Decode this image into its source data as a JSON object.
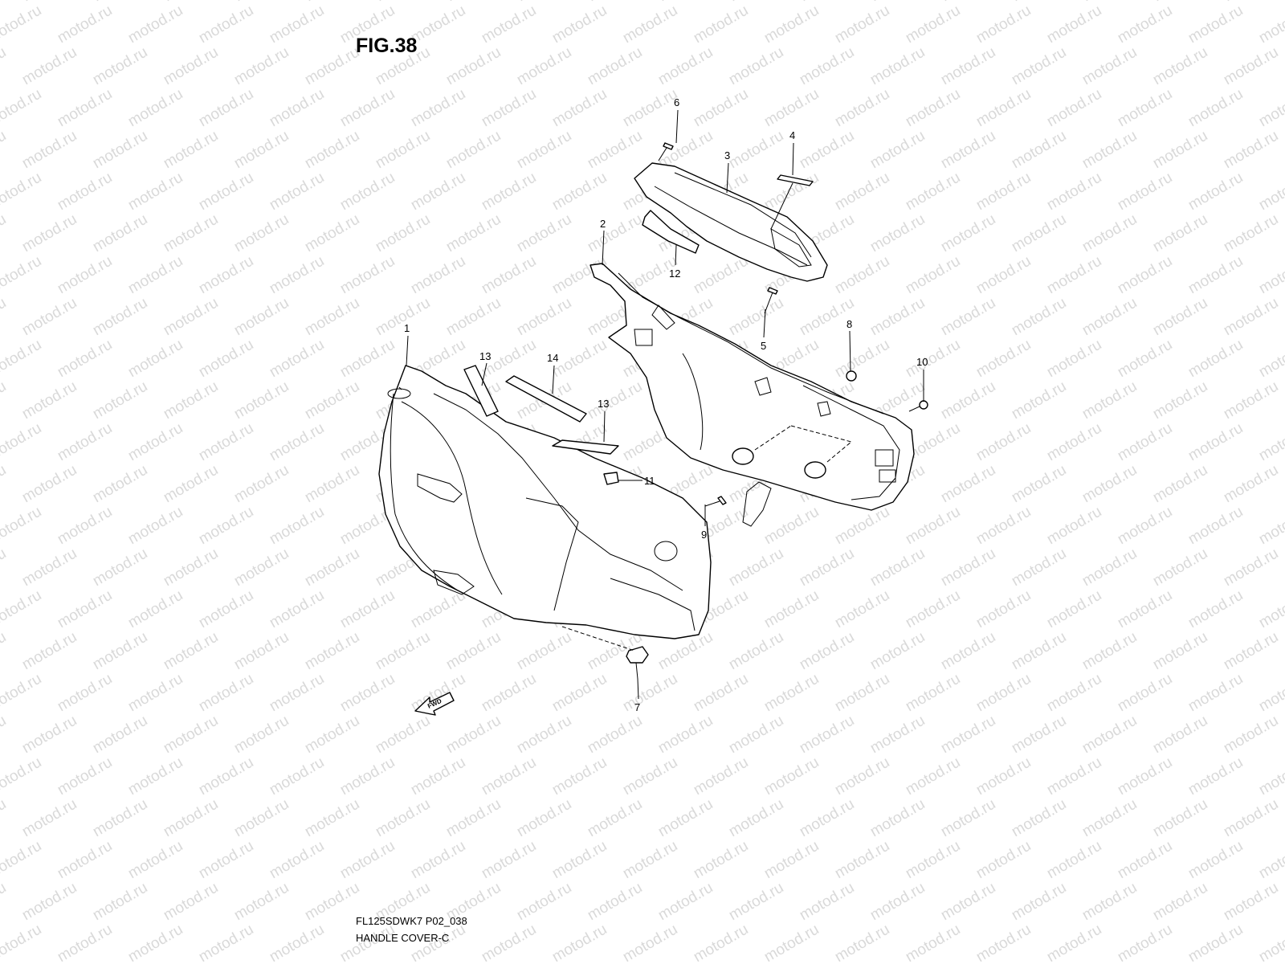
{
  "figure": {
    "title": "FIG.38",
    "watermark": "motod.ru",
    "code": "FL125SDWK7 P02_038",
    "name": "HANDLE COVER-C",
    "fwd_label": "FWD"
  },
  "callouts": [
    "1",
    "2",
    "3",
    "4",
    "5",
    "6",
    "7",
    "8",
    "9",
    "10",
    "11",
    "12",
    "13",
    "14",
    "13"
  ],
  "colors": {
    "line": "#000000",
    "watermark": "#d9d9d9",
    "background": "#ffffff"
  },
  "icons": [
    "fwd-arrow-icon",
    "screw-icon",
    "bolt-icon",
    "clip-icon"
  ]
}
